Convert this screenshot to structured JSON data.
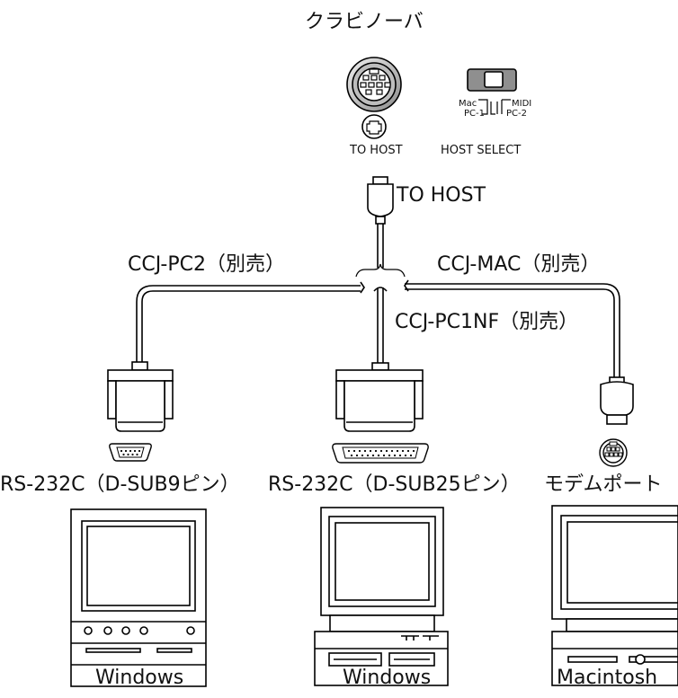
{
  "instrument": {
    "title": "クラビノーバ",
    "to_host_port_label": "TO HOST",
    "host_select_label": "HOST SELECT",
    "switch_positions": {
      "mac": "Mac",
      "pc1": "PC-1",
      "midi": "MIDI",
      "pc2": "PC-2"
    }
  },
  "cable_plug_label": "TO HOST",
  "cables": {
    "pc2": "CCJ-PC2（別売）",
    "mac": "CCJ-MAC（別売）",
    "pc1nf": "CCJ-PC1NF（別売）"
  },
  "ports": {
    "dsub9": "RS-232C（D-SUB9ピン）",
    "dsub25": "RS-232C（D-SUB25ピン）",
    "modem": "モデムポート"
  },
  "computers": {
    "left": "Windows",
    "center": "Windows",
    "right": "Macintosh"
  }
}
